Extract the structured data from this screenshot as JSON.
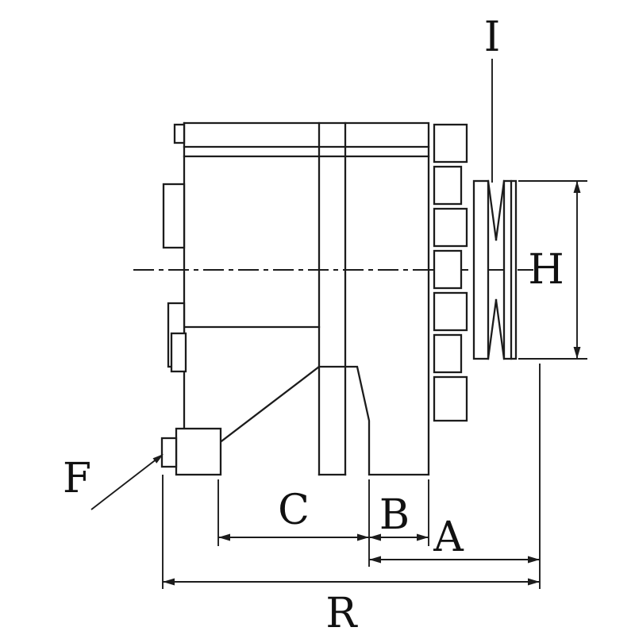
{
  "page": {
    "background_color": "#ffffff",
    "stroke_color": "#1c1c1c"
  },
  "drawing": {
    "description": "alternator-side-view-dimension-drawing",
    "labels": {
      "groove_center": "I",
      "pulley_diameter": "H",
      "adjuster_lug": "F",
      "foot_span": "C",
      "foot_width": "B",
      "rear_overhang": "A",
      "overall_length": "R"
    }
  }
}
